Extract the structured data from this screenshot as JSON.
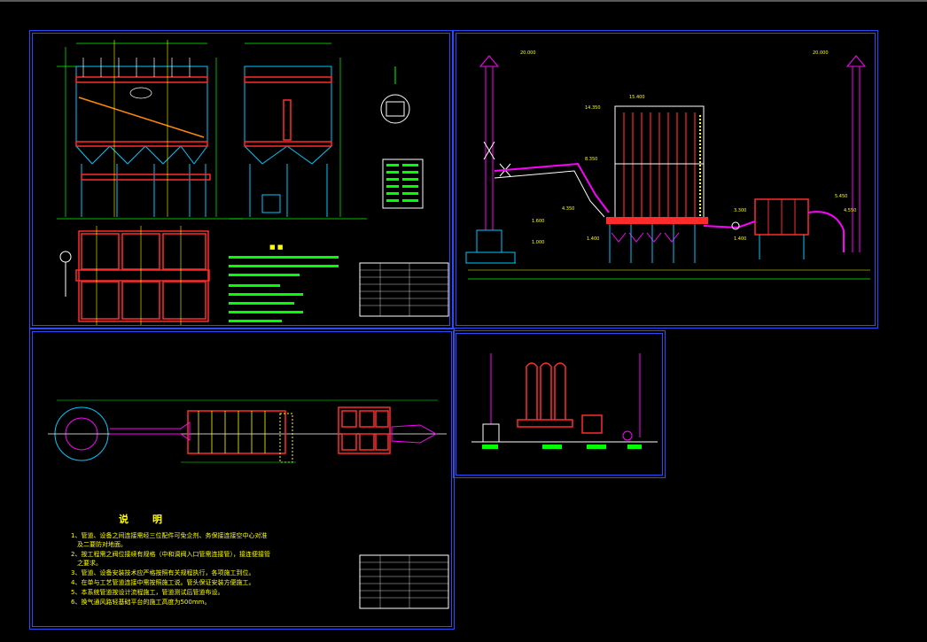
{
  "sheets": {
    "elevation": {
      "levels": {
        "top_left": "20.000",
        "top_right": "20.000",
        "roof": "15.400",
        "upper": "14.350",
        "mid": "8.350",
        "duct": "4.350",
        "low_a": "1.600",
        "low_b": "1.000",
        "low_c": "1.400",
        "fan_a": "5.450",
        "fan_b": "4.550",
        "fan_c": "3.300",
        "fan_d": "1.400"
      }
    },
    "layout_plan": {
      "notes_title": "说　明",
      "notes": [
        "1、管道、设备之间连接需经三位配件可免企剂、务保接连接空中心对准",
        "　及二要防对地面。",
        "2、按工程需之阀位接续有规格（中和调阀入口管需连接管），接连便接管",
        "　之要求。",
        "3、管道、设备安装技术应严格按照有关规程执行，各项施工到位。",
        "4、在单与工艺管道连接中需按照施工说。管头保证安装方便施工。",
        "5、本系统管道按设计流程施工，管道测试后管道布设。",
        "6、换气通风路轻基础平台的施工高度为500mm。"
      ]
    }
  },
  "colors": {
    "frame": "#2b4bff",
    "red": "#ff2a2a",
    "cyan": "#00c8ff",
    "green": "#00ff00",
    "yellow": "#ffff00",
    "magenta": "#ff00ff",
    "white": "#ffffff"
  }
}
